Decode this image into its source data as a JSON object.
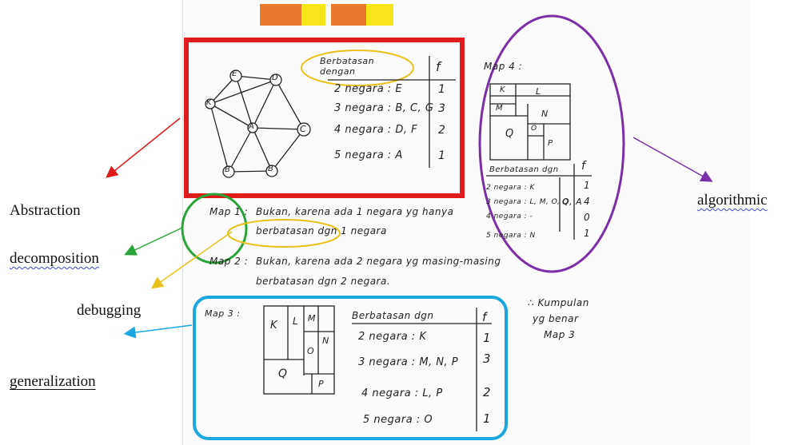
{
  "colors": {
    "abstraction": "#e01b1b",
    "algorithmic": "#7b2fa6",
    "decomposition": "#2aa43a",
    "debugging": "#e8c21a",
    "generalization": "#1aa7e0"
  },
  "labels": {
    "abstraction": "Abstraction",
    "decomposition": "decomposition",
    "debugging": "debugging",
    "generalization": "generalization",
    "algorithmic": "algorithmic"
  },
  "sheet": {
    "graph_nodes": [
      "E",
      "D",
      "K",
      "A",
      "C",
      "B",
      "B"
    ],
    "table1": {
      "header": "Berbatasan dengan",
      "col": "f",
      "rows": [
        {
          "label": "2 negara : E",
          "f": "1"
        },
        {
          "label": "3 negara : B, C, G",
          "f": "3"
        },
        {
          "label": "4 negara : D, F",
          "f": "2"
        },
        {
          "label": "5 negara : A",
          "f": "1"
        }
      ]
    },
    "map1": {
      "title": "Map 1 :",
      "text": "Bukan, karena ada 1 negara yg hanya",
      "text2": "berbatasan dgn 1 negara"
    },
    "map2": {
      "title": "Map 2 :",
      "text": "Bukan, karena ada 2 negara yg masing-masing",
      "text2": "berbatasan dgn 2 negara."
    },
    "map3": {
      "title": "Map 3 :",
      "cells": [
        "K",
        "L",
        "M",
        "N",
        "O",
        "Q",
        "P"
      ],
      "table": {
        "header": "Berbatasan dgn",
        "col": "f",
        "rows": [
          {
            "label": "2 negara : K",
            "f": "1"
          },
          {
            "label": "3 negara : M, N, P",
            "f": "3"
          },
          {
            "label": "4 negara : L, P",
            "f": "2"
          },
          {
            "label": "5 negara : O",
            "f": "1"
          }
        ]
      }
    },
    "conclusion": [
      "∴ Kumpulan",
      "yg benar",
      "Map 3"
    ],
    "map4": {
      "title": "Map 4 :",
      "cells": [
        "K",
        "L",
        "M",
        "N",
        "O",
        "Q",
        "P"
      ],
      "table": {
        "header": "Berbatasan dgn",
        "col": "f",
        "rows": [
          {
            "label": "2 negara : K",
            "f": "1"
          },
          {
            "label": "3 negara : L, M, O, Q",
            "f": "4"
          },
          {
            "label": "4 negara : -",
            "f": "0"
          },
          {
            "label": "5 negara : N",
            "f": "1"
          }
        ]
      },
      "extra": "Q, A"
    }
  }
}
